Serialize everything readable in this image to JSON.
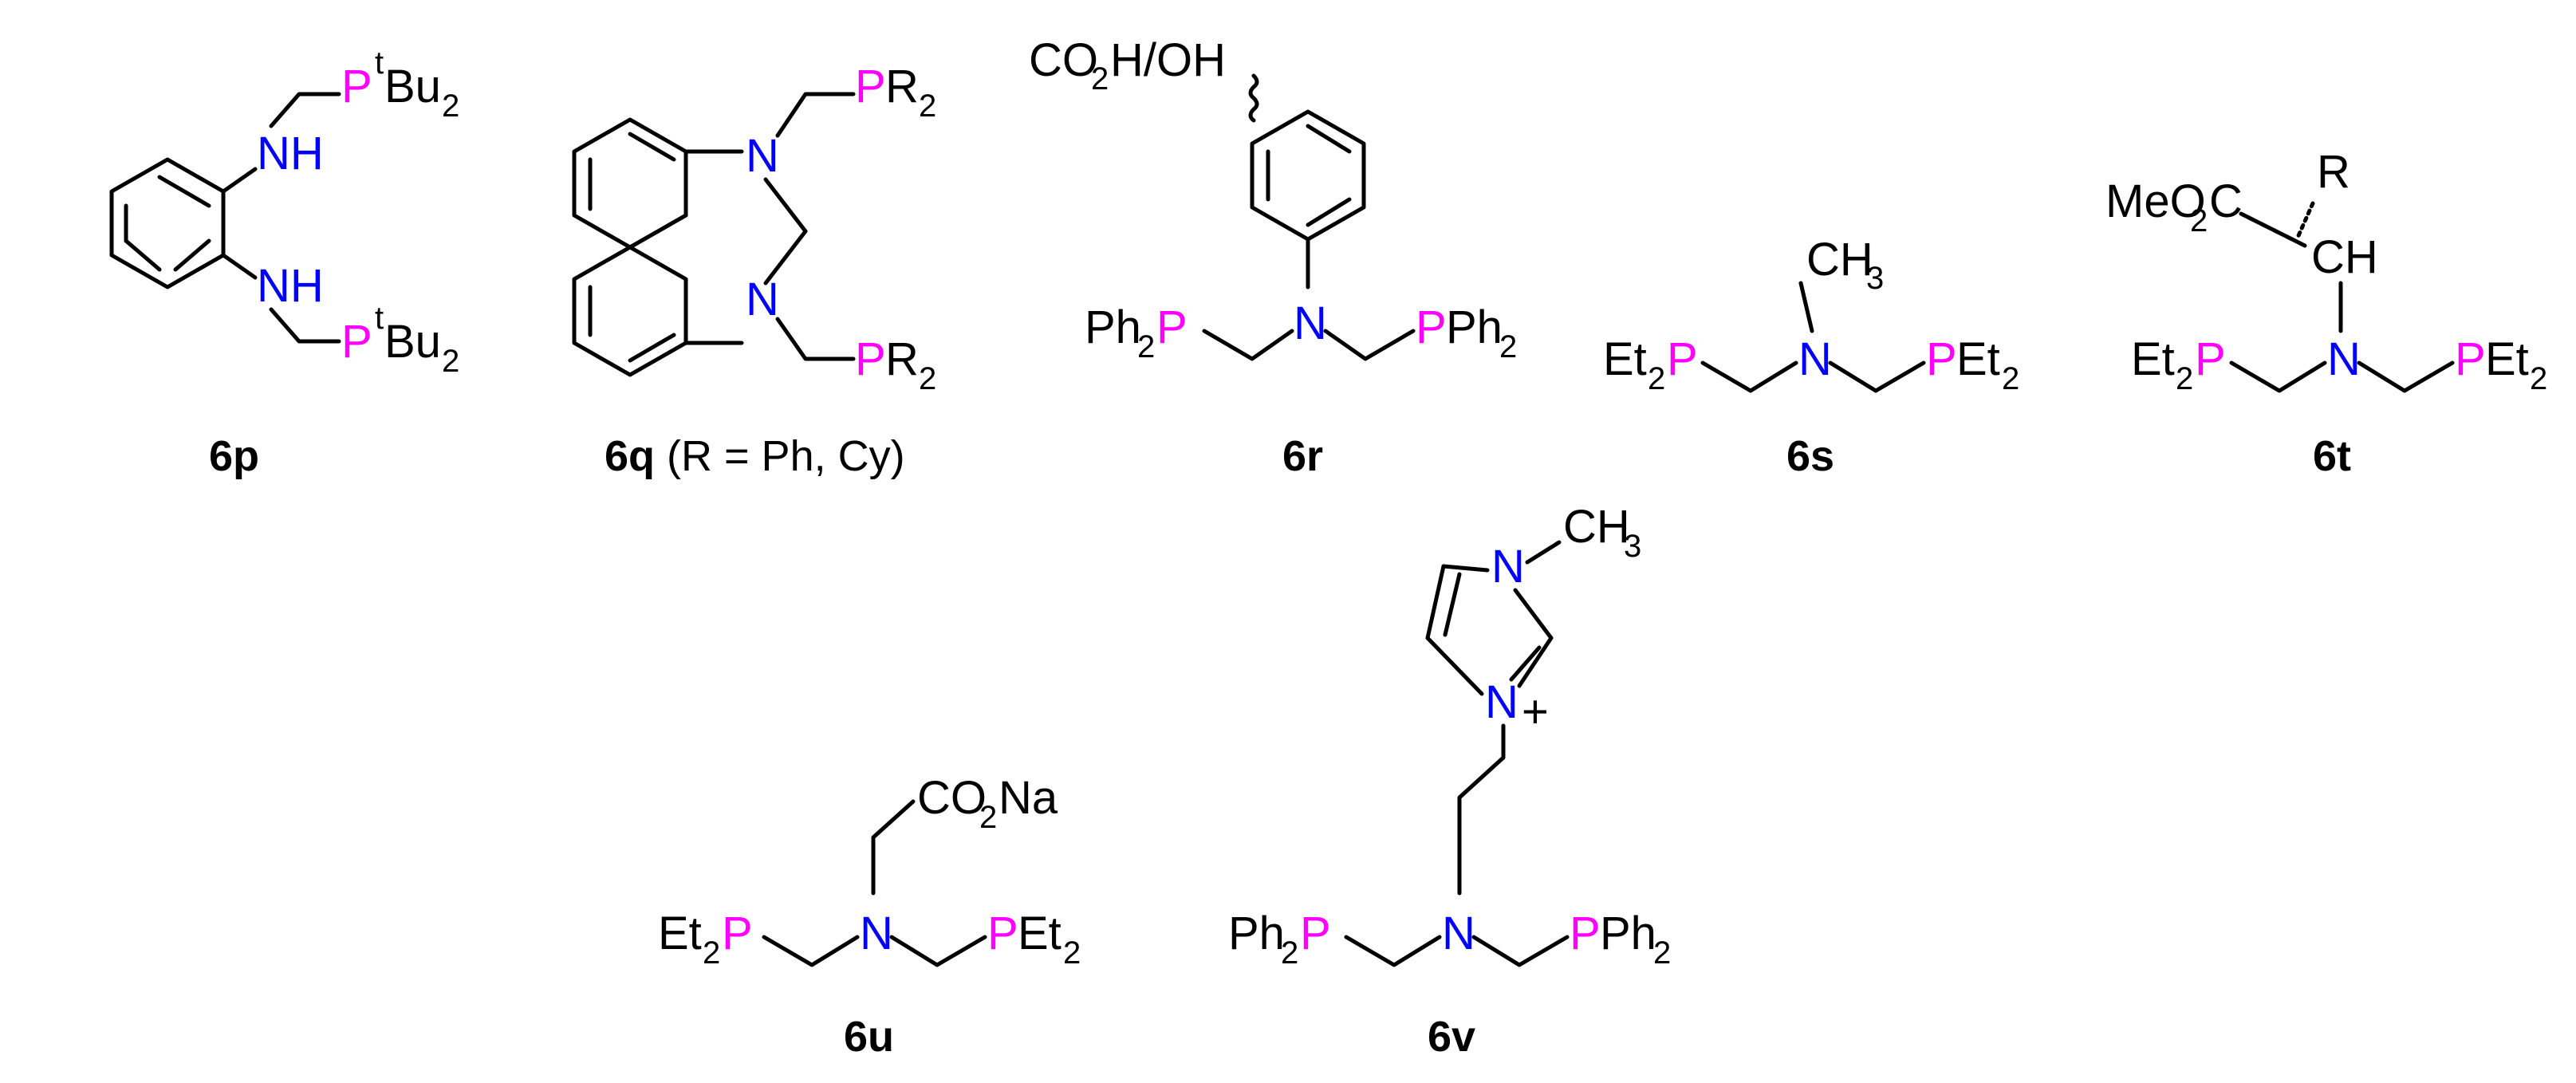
{
  "colors": {
    "phosphorus": "#ff00ff",
    "nitrogen": "#0000ff",
    "bond": "#000000",
    "text": "#000000"
  },
  "atoms": {
    "P": "P",
    "N": "N",
    "NH": "NH",
    "Bu": "Bu",
    "t": "t",
    "R": "R",
    "Ph": "Ph",
    "Et": "Et",
    "two": "2",
    "CO2H_OH_pre": "CO",
    "CO2H_OH_post": "H/OH",
    "CH": "CH",
    "three": "3",
    "MeO": "MeO",
    "C": "C",
    "CO": "CO",
    "Na": "Na",
    "plus": "+"
  },
  "labels": {
    "6p": "6p",
    "6q": "6q",
    "6q_note": " (R = Ph, Cy)",
    "6r": "6r",
    "6s": "6s",
    "6t": "6t",
    "6u": "6u",
    "6v": "6v"
  }
}
